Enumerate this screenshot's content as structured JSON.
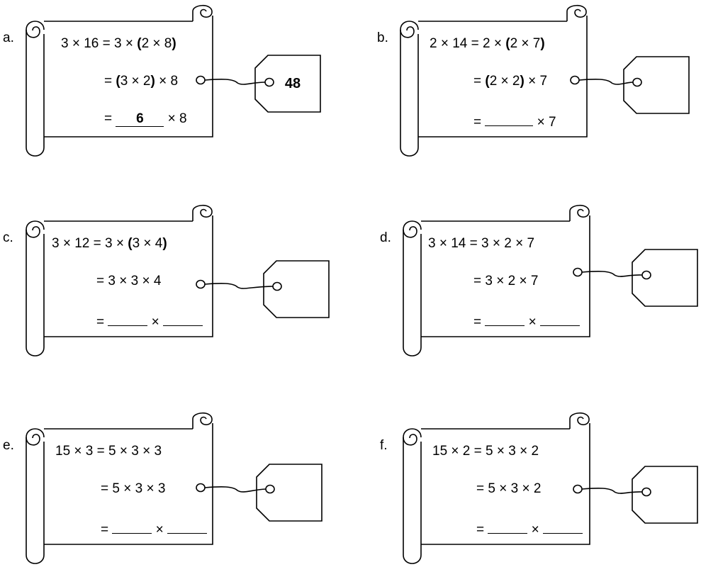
{
  "problems": [
    {
      "id": "a",
      "letter": "a.",
      "line1": {
        "text": "3 × 16 = 3 × ",
        "open": "(",
        "inner": "2 × 8",
        "close": ")",
        "tail": ""
      },
      "line2": {
        "text": "= ",
        "open": "(",
        "inner": "3 × 2",
        "close": ")",
        "tail": " × 8"
      },
      "line3": {
        "prefix": "= ",
        "blank1": "6",
        "mid": " × 8",
        "blank2": null
      },
      "tag_value": "48"
    },
    {
      "id": "b",
      "letter": "b.",
      "line1": {
        "text": "2 × 14 = 2 × ",
        "open": "(",
        "inner": "2 × 7",
        "close": ")",
        "tail": ""
      },
      "line2": {
        "text": "= ",
        "open": "(",
        "inner": "2 × 2",
        "close": ")",
        "tail": " × 7"
      },
      "line3": {
        "prefix": "= ",
        "blank1": "",
        "mid": " × 7",
        "blank2": null
      },
      "tag_value": ""
    },
    {
      "id": "c",
      "letter": "c.",
      "line1": {
        "text": "3 × 12 = 3 × ",
        "open": "(",
        "inner": "3 × 4",
        "close": ")",
        "tail": ""
      },
      "line2": {
        "text": "= 3 × 3 × 4",
        "open": "",
        "inner": "",
        "close": "",
        "tail": ""
      },
      "line3": {
        "prefix": "= ",
        "blank1": "",
        "mid": " × ",
        "blank2": ""
      },
      "tag_value": ""
    },
    {
      "id": "d",
      "letter": "d.",
      "line1": {
        "text": "3 × 14 = 3 × 2 × 7",
        "open": "",
        "inner": "",
        "close": "",
        "tail": ""
      },
      "line2": {
        "text": "= 3 × 2 × 7",
        "open": "",
        "inner": "",
        "close": "",
        "tail": ""
      },
      "line3": {
        "prefix": "= ",
        "blank1": "",
        "mid": " × ",
        "blank2": ""
      },
      "tag_value": ""
    },
    {
      "id": "e",
      "letter": "e.",
      "line1": {
        "text": "15 × 3 = 5 × 3 × 3",
        "open": "",
        "inner": "",
        "close": "",
        "tail": ""
      },
      "line2": {
        "text": "= 5 × 3 × 3",
        "open": "",
        "inner": "",
        "close": "",
        "tail": ""
      },
      "line3": {
        "prefix": "= ",
        "blank1": "",
        "mid": " × ",
        "blank2": ""
      },
      "tag_value": ""
    },
    {
      "id": "f",
      "letter": "f.",
      "line1": {
        "text": "15 × 2 = 5 × 3 × 2",
        "open": "",
        "inner": "",
        "close": "",
        "tail": ""
      },
      "line2": {
        "text": "= 5 × 3 × 2",
        "open": "",
        "inner": "",
        "close": "",
        "tail": ""
      },
      "line3": {
        "prefix": "= ",
        "blank1": "",
        "mid": " × ",
        "blank2": ""
      },
      "tag_value": ""
    }
  ]
}
